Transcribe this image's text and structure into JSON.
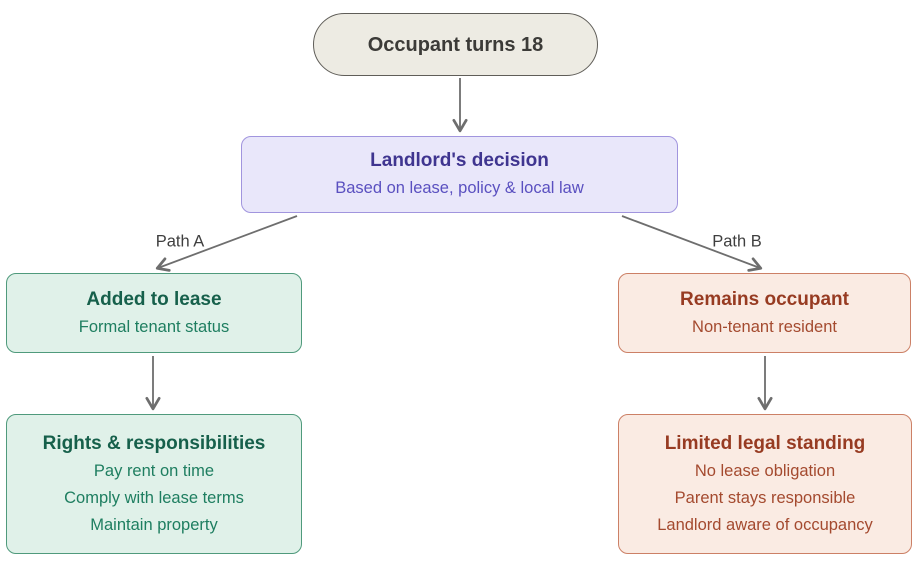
{
  "colors": {
    "background": "#ffffff",
    "arrow": "#6e6e6e",
    "path_label": "#3f3f3f",
    "start_fill": "#edebe3",
    "start_border": "#5f5d58",
    "start_text": "#3c3b38",
    "decision_fill": "#e9e7fa",
    "decision_border": "#a195de",
    "decision_title": "#3f3590",
    "decision_text": "#5a50c0",
    "green_fill": "#e0f1e9",
    "green_border": "#4f9a7c",
    "green_title": "#16604b",
    "green_text": "#1e7e60",
    "red_fill": "#faebe3",
    "red_border": "#cc8066",
    "red_title": "#973b22",
    "red_text": "#a44a2f"
  },
  "nodes": {
    "start": {
      "title": "Occupant turns 18"
    },
    "decision": {
      "title": "Landlord's decision",
      "subtitle": "Based on lease, policy & local law"
    },
    "added": {
      "title": "Added to lease",
      "subtitle": "Formal tenant status"
    },
    "remains": {
      "title": "Remains occupant",
      "subtitle": "Non-tenant resident"
    },
    "rights": {
      "title": "Rights & responsibilities",
      "lines": [
        "Pay rent on time",
        "Comply with lease terms",
        "Maintain property"
      ]
    },
    "limited": {
      "title": "Limited legal standing",
      "lines": [
        "No lease obligation",
        "Parent stays responsible",
        "Landlord aware of occupancy"
      ]
    }
  },
  "edges": {
    "path_a_label": "Path A",
    "path_b_label": "Path B"
  }
}
